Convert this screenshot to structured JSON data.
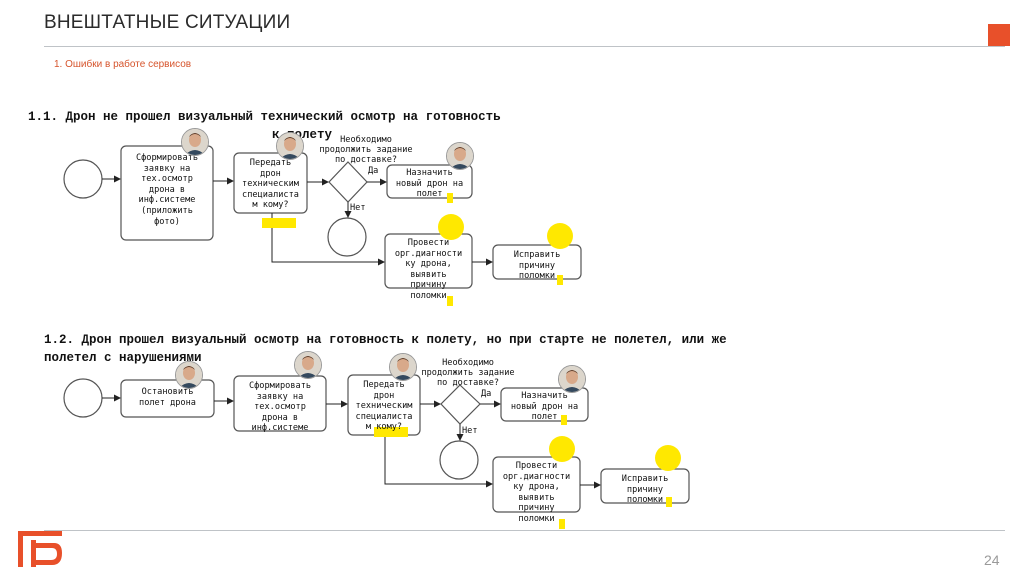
{
  "slide": {
    "title": "ВНЕШТАТНЫЕ СИТУАЦИИ",
    "subtitle": "1. Ошибки в работе сервисов",
    "page_number": "24",
    "accent_color": "#e8502a"
  },
  "section1": {
    "heading_line1": "1.1. Дрон не прошел визуальный технический осмотр на готовность",
    "heading_line2": "к полету",
    "task_request": "Сформировать\nзаявку на\nтех.осмотр\nдрона в\nинф.системе\n(приложить\nфото)",
    "task_transfer": "Передать\nдрон\nтехническим\nспециалиста\nм кому?",
    "question": "Необходимо\nпродолжить задание\nпо доставке?",
    "yes": "Да",
    "no": "Нет",
    "task_assign": "Назначить\nновый дрон на\nполет",
    "task_diagnose": "Провести\nорг.диагности\nку дрона,\nвыявить\nпричину\nполомки",
    "task_fix": "Исправить\nпричину\nполомки"
  },
  "section2": {
    "heading_line1": "1.2. Дрон прошел визуальный осмотр на готовность к полету, но при старте не полетел, или же",
    "heading_line2": "полетел с нарушениями",
    "task_stop": "Остановить\nполет дрона",
    "task_request": "Сформировать\nзаявку на\nтех.осмотр\nдрона в\nинф.системе",
    "task_transfer": "Передать\nдрон\nтехническим\nспециалиста\nм кому?",
    "question": "Необходимо\nпродолжить задание\nпо доставке?",
    "yes": "Да",
    "no": "Нет",
    "task_assign": "Назначить\nновый дрон на\nполет",
    "task_diagnose": "Провести\nорг.диагности\nку дрона,\nвыявить\nпричину\nполомки",
    "task_fix": "Исправить\nпричину\nполомки"
  },
  "colors": {
    "highlight": "#ffe800",
    "stroke": "#555555"
  }
}
